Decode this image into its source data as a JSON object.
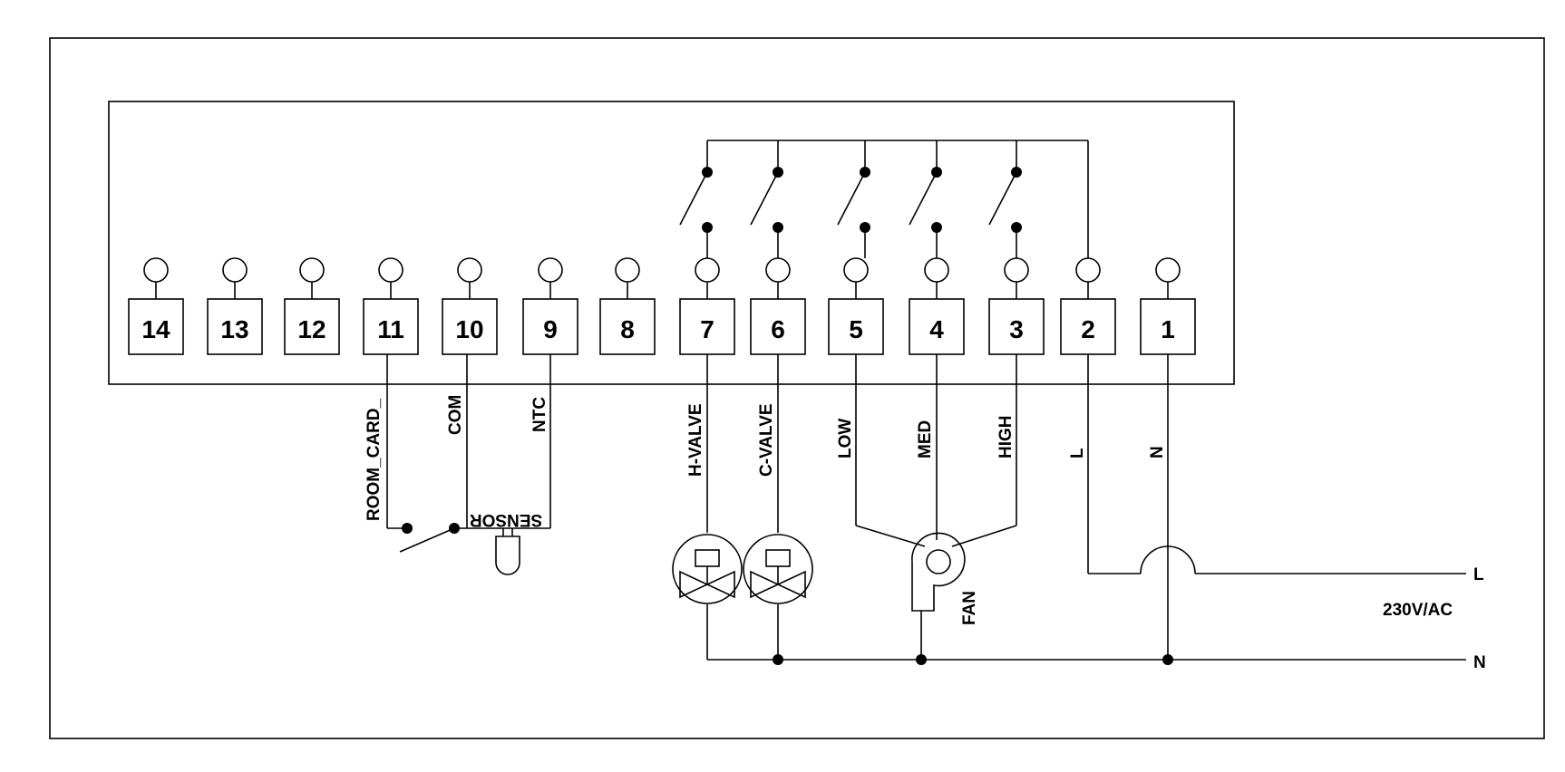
{
  "terminals": [
    "14",
    "13",
    "12",
    "11",
    "10",
    "9",
    "8",
    "7",
    "6",
    "5",
    "4",
    "3",
    "2",
    "1"
  ],
  "wire_labels": {
    "room_card": "ROOM_CARD_",
    "com": "COM",
    "ntc": "NTC",
    "h_valve": "H-VALVE",
    "c_valve": "C-VALVE",
    "low": "LOW",
    "med": "MED",
    "high": "HIGH",
    "l": "L",
    "n": "N"
  },
  "sensor_label": "SENSOR",
  "fan_label": "FAN",
  "supply": {
    "line_label": "L",
    "voltage_label": "230V/AC",
    "neutral_label": "N"
  }
}
